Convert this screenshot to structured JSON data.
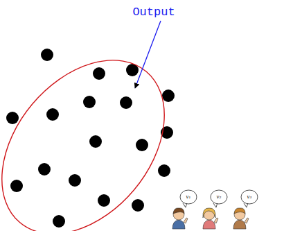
{
  "diagram": {
    "labels": [
      "Output",
      "v₁",
      "v₂",
      "v₃"
    ]
  }
}
